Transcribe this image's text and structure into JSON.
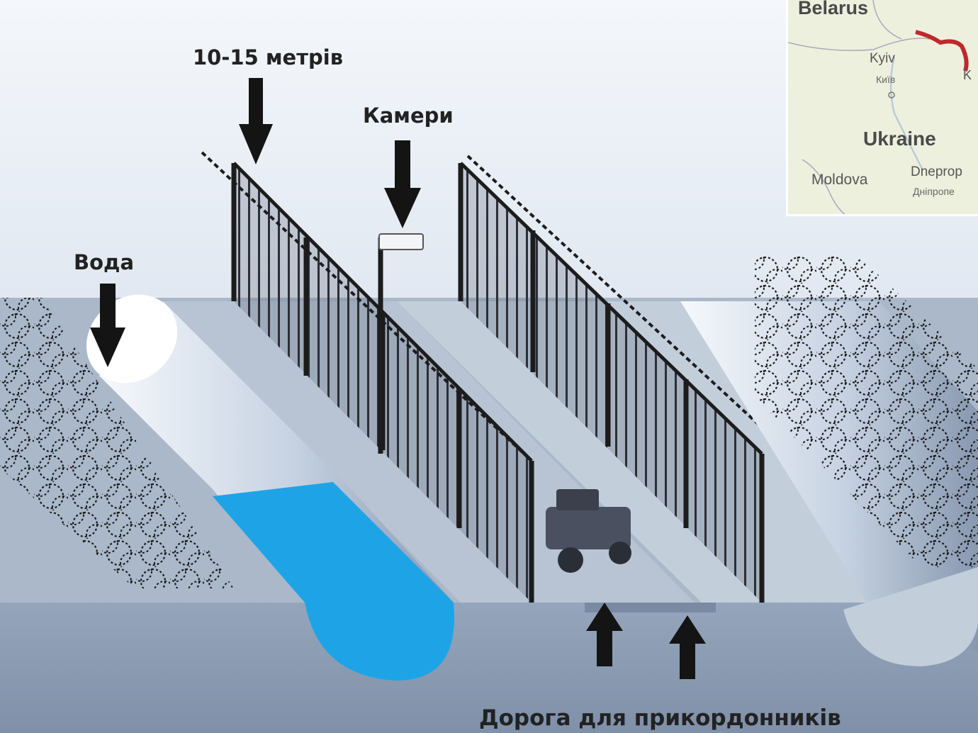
{
  "labels": {
    "fence_height": "10-15 метрів",
    "cameras": "Камери",
    "water": "Вода",
    "patrol_road": "Дорога для прикордонників"
  },
  "map": {
    "belarus": "Belarus",
    "kyiv": "Kyiv",
    "kyiv_native": "Київ",
    "ukraine": "Ukraine",
    "moldova": "Moldova",
    "dnipro": "Dneprop",
    "dnipro_native": "Дніпропе",
    "edge_city": "K"
  },
  "colors": {
    "water": "#1ea4e6",
    "wire": "#1c1c1c",
    "border_line": "#c0282b",
    "ground_top": "#a8b6c8",
    "ground_front": "#8d9db3"
  }
}
